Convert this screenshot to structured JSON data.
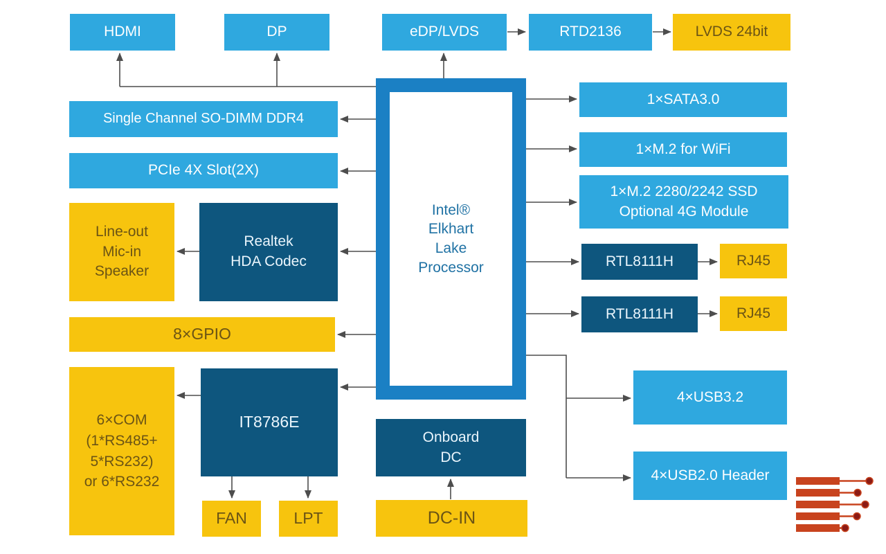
{
  "colors": {
    "light_blue": "#2FA8DF",
    "dark_blue": "#0E567E",
    "yellow": "#F7C40E",
    "yellow_text": "#6B5415",
    "proc_border": "#1B80C4",
    "proc_text": "#2072A4",
    "line_color": "#4D4D4D",
    "logo_red": "#C8431E",
    "logo_dot": "#8B1B15"
  },
  "icons": {
    "logo": "circuit-traces-logo"
  },
  "boxes": {
    "hdmi": "HDMI",
    "dp": "DP",
    "edp_lvds": "eDP/LVDS",
    "rtd2136": "RTD2136",
    "lvds_24bit": "LVDS 24bit",
    "sodimm": "Single Channel SO-DIMM DDR4",
    "pcie": "PCIe 4X Slot(2X)",
    "line_out": "Line-out\nMic-in\nSpeaker",
    "realtek": "Realtek\nHDA Codec",
    "gpio": "8×GPIO",
    "com6": "6×COM\n(1*RS485+\n5*RS232)\nor 6*RS232",
    "it8786e": "IT8786E",
    "fan": "FAN",
    "lpt": "LPT",
    "processor": "Intel®\nElkhart\nLake\nProcessor",
    "onboard_dc": "Onboard\nDC",
    "dc_in": "DC-IN",
    "sata": "1×SATA3.0",
    "m2_wifi": "1×M.2 for WiFi",
    "m2_ssd": "1×M.2 2280/2242 SSD\nOptional 4G Module",
    "rtl8111h_1": "RTL8111H",
    "rj45_1": "RJ45",
    "rtl8111h_2": "RTL8111H",
    "rj45_2": "RJ45",
    "usb32": "4×USB3.2",
    "usb20": "4×USB2.0 Header"
  }
}
